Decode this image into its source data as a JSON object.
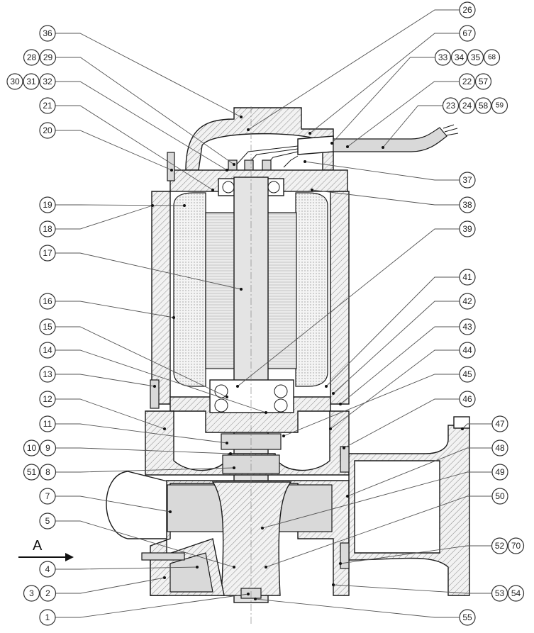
{
  "view_label": "A",
  "callouts": [
    {
      "id": "c26",
      "labels": [
        "26"
      ]
    },
    {
      "id": "c36",
      "labels": [
        "36"
      ]
    },
    {
      "id": "c67",
      "labels": [
        "67"
      ]
    },
    {
      "id": "c28-29",
      "labels": [
        "28",
        "29"
      ]
    },
    {
      "id": "c33-68",
      "labels": [
        "33",
        "34",
        "35",
        "68"
      ]
    },
    {
      "id": "c30-32",
      "labels": [
        "30",
        "31",
        "32"
      ]
    },
    {
      "id": "c22-57",
      "labels": [
        "22",
        "57"
      ]
    },
    {
      "id": "c21",
      "labels": [
        "21"
      ]
    },
    {
      "id": "c23-59",
      "labels": [
        "23",
        "24",
        "58",
        "59"
      ]
    },
    {
      "id": "c20",
      "labels": [
        "20"
      ]
    },
    {
      "id": "c37",
      "labels": [
        "37"
      ]
    },
    {
      "id": "c19",
      "labels": [
        "19"
      ]
    },
    {
      "id": "c38",
      "labels": [
        "38"
      ]
    },
    {
      "id": "c18",
      "labels": [
        "18"
      ]
    },
    {
      "id": "c39",
      "labels": [
        "39"
      ]
    },
    {
      "id": "c17",
      "labels": [
        "17"
      ]
    },
    {
      "id": "c41",
      "labels": [
        "41"
      ]
    },
    {
      "id": "c16",
      "labels": [
        "16"
      ]
    },
    {
      "id": "c42",
      "labels": [
        "42"
      ]
    },
    {
      "id": "c15",
      "labels": [
        "15"
      ]
    },
    {
      "id": "c43",
      "labels": [
        "43"
      ]
    },
    {
      "id": "c14",
      "labels": [
        "14"
      ]
    },
    {
      "id": "c44",
      "labels": [
        "44"
      ]
    },
    {
      "id": "c13",
      "labels": [
        "13"
      ]
    },
    {
      "id": "c45",
      "labels": [
        "45"
      ]
    },
    {
      "id": "c12",
      "labels": [
        "12"
      ]
    },
    {
      "id": "c46",
      "labels": [
        "46"
      ]
    },
    {
      "id": "c11",
      "labels": [
        "11"
      ]
    },
    {
      "id": "c47",
      "labels": [
        "47"
      ]
    },
    {
      "id": "c10-9",
      "labels": [
        "10",
        "9"
      ]
    },
    {
      "id": "c48",
      "labels": [
        "48"
      ]
    },
    {
      "id": "c51-8",
      "labels": [
        "51",
        "8"
      ]
    },
    {
      "id": "c49",
      "labels": [
        "49"
      ]
    },
    {
      "id": "c7",
      "labels": [
        "7"
      ]
    },
    {
      "id": "c50",
      "labels": [
        "50"
      ]
    },
    {
      "id": "c5",
      "labels": [
        "5"
      ]
    },
    {
      "id": "c52-70",
      "labels": [
        "52",
        "70"
      ]
    },
    {
      "id": "c4",
      "labels": [
        "4"
      ]
    },
    {
      "id": "c3-2",
      "labels": [
        "3",
        "2"
      ]
    },
    {
      "id": "c53-54",
      "labels": [
        "53",
        "54"
      ]
    },
    {
      "id": "c1",
      "labels": [
        "1"
      ]
    },
    {
      "id": "c55",
      "labels": [
        "55"
      ]
    }
  ]
}
